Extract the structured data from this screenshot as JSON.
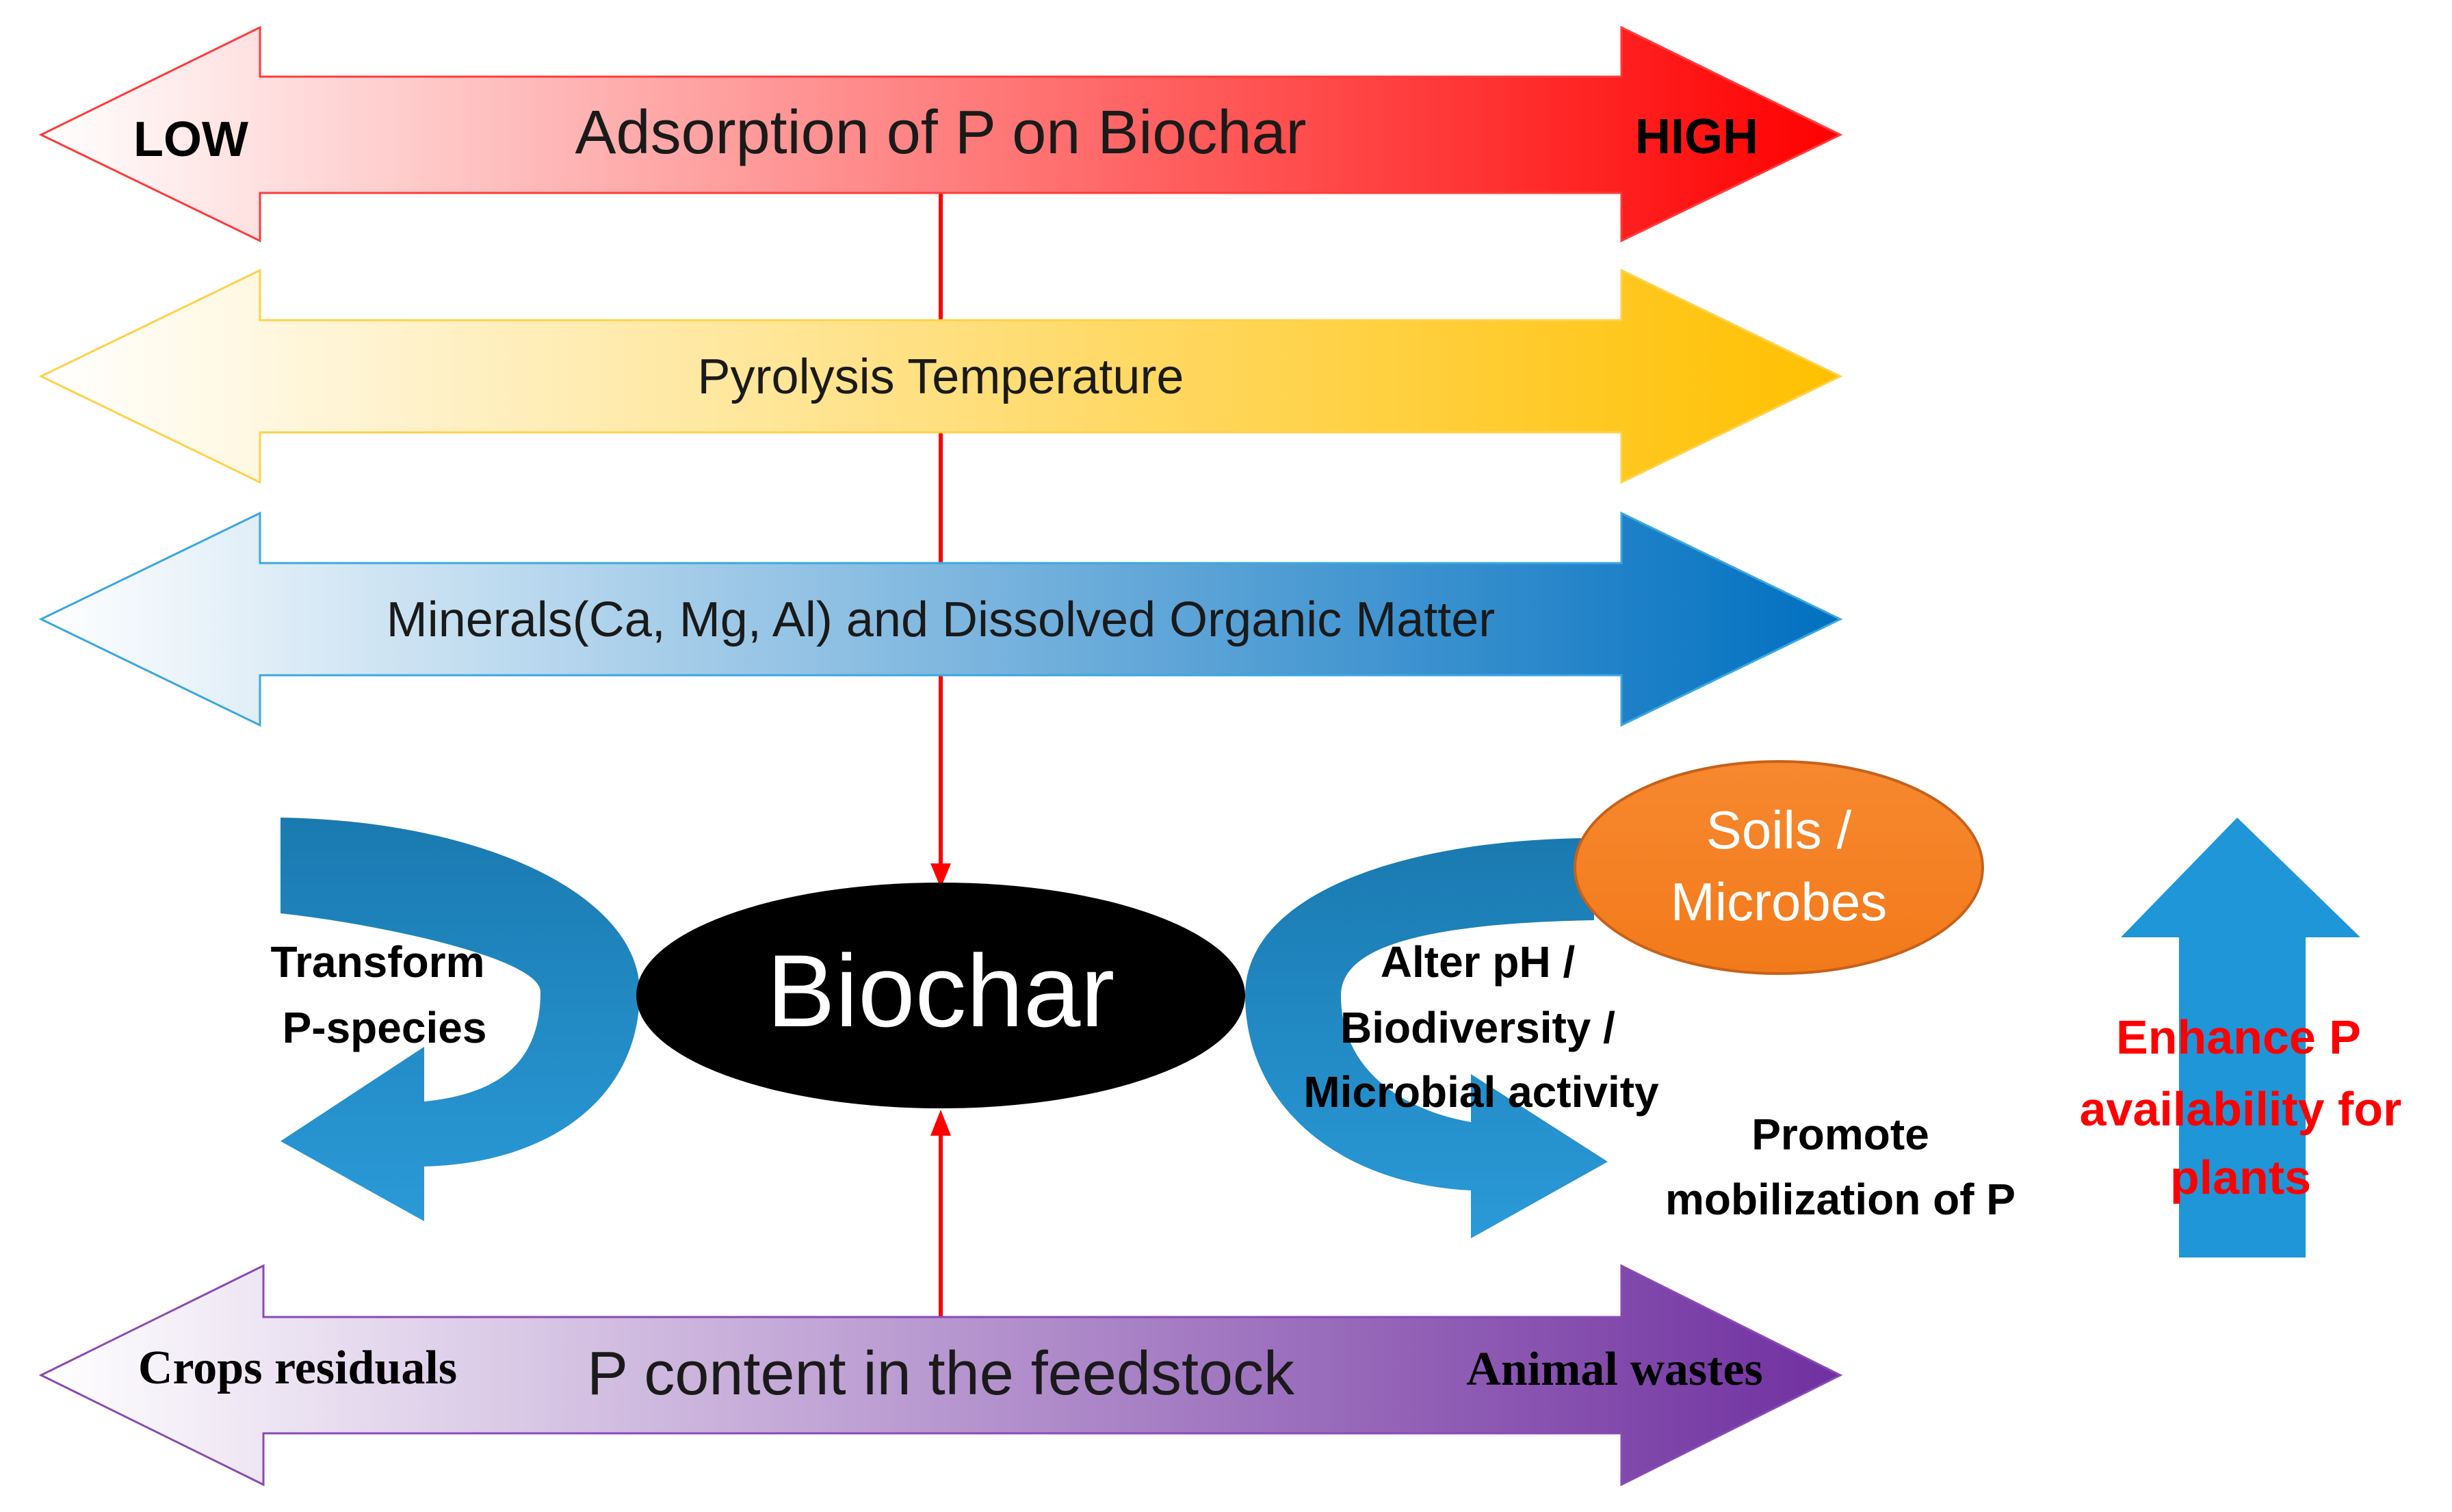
{
  "arrows": {
    "adsorption": {
      "label": "Adsorption of P on Biochar",
      "low": "LOW",
      "high": "HIGH",
      "color": "#ff0000"
    },
    "pyrolysis": {
      "label": "Pyrolysis Temperature",
      "color": "#ffc000"
    },
    "minerals": {
      "label": "Minerals(Ca, Mg, Al) and Dissolved Organic Matter",
      "color": "#0070c0"
    },
    "feedstock": {
      "label": "P content in the feedstock",
      "low": "Crops residuals",
      "high": "Animal wastes",
      "color": "#7030a0"
    }
  },
  "center": {
    "label": "Biochar",
    "color": "#000000"
  },
  "left_process": {
    "line1": "Transform",
    "line2": "P-species"
  },
  "right_process": {
    "line1": "Alter pH /",
    "line2": "Biodiversity /",
    "line3": "Microbial activity"
  },
  "soils": {
    "line1": "Soils /",
    "line2": "Microbes",
    "color": "#f58025"
  },
  "promote": {
    "line1": "Promote",
    "line2": "mobilization of P"
  },
  "enhance": {
    "line1": "Enhance P",
    "line2": "availability for",
    "line3": "plants",
    "color": "#ff0000"
  },
  "connector_color": "#ff0000",
  "curve_color": "#1e90d0"
}
